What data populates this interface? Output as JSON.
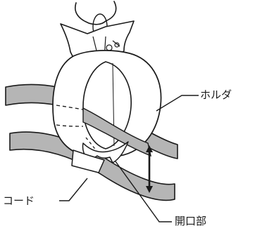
{
  "labels": {
    "holder": "ホルダ",
    "cord": "コード",
    "opening": "開口部"
  },
  "colors": {
    "outline": "#1a1a1a",
    "cord_fill": "#b5b5b5",
    "holder_fill": "#ffffff",
    "background": "#ffffff"
  }
}
